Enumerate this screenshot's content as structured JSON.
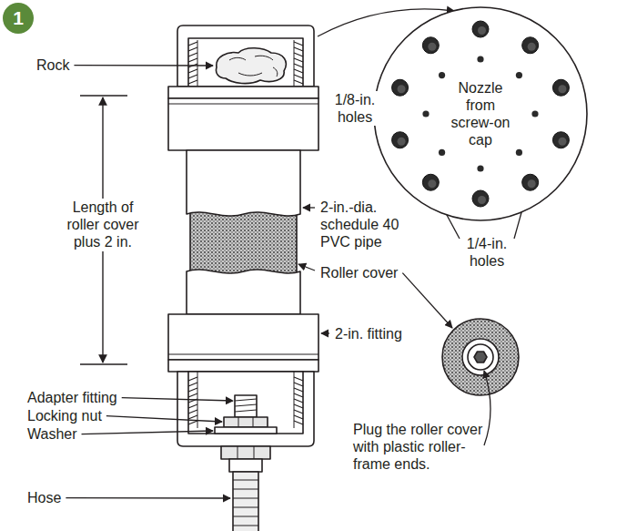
{
  "diagram": {
    "nodes": [
      {
        "text": [
          "1"
        ]
      },
      {
        "text": [
          "Nozzle from screw-on cap"
        ]
      }
    ],
    "labels": [
      "Rock",
      "1/8-in. holes",
      "Length of roller cover plus 2 in.",
      "1/4-in. holes",
      "2-in.-dia. schedule 40 PVC pipe",
      "Roller cover",
      "2-in. fitting",
      "Adapter fitting",
      "Locking nut",
      "Washer",
      "Plug the roller cover with plastic roller-frame ends.",
      "Hose"
    ]
  }
}
